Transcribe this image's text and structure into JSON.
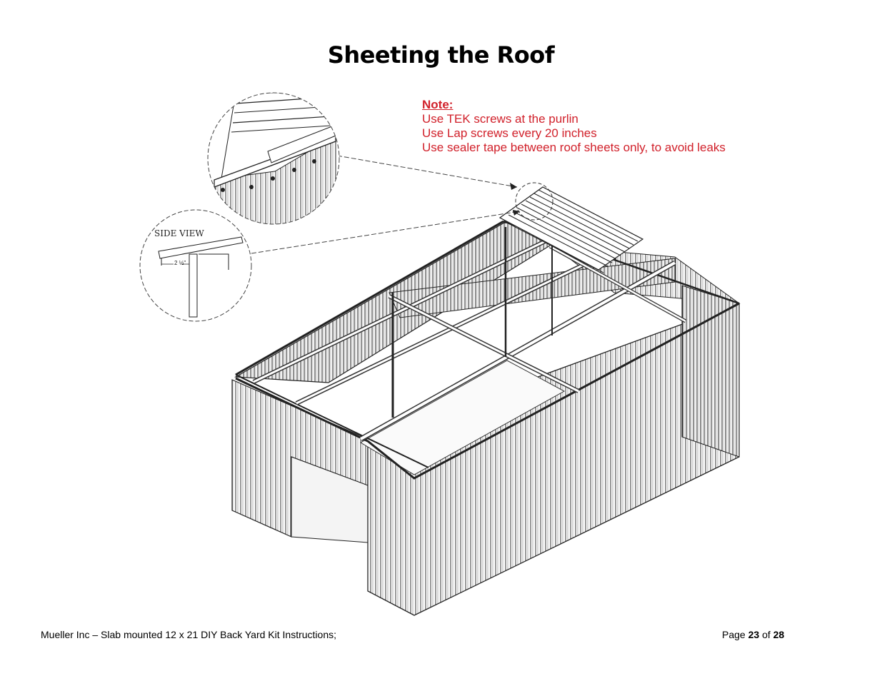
{
  "page": {
    "title": "Sheeting the Roof"
  },
  "note": {
    "heading": "Note:",
    "lines": [
      "Use TEK screws at the purlin",
      "Use Lap screws every 20 inches",
      "Use sealer tape between roof sheets only, to avoid leaks"
    ]
  },
  "diagram": {
    "side_view_label": "SIDE VIEW",
    "dimension_label": "2 ½\""
  },
  "footer": {
    "doc_title": "Mueller Inc – Slab mounted 12 x 21 DIY Back Yard Kit Instructions;",
    "page_word": "Page",
    "page_current": "23",
    "page_of": "of",
    "page_total": "28"
  },
  "colors": {
    "note_red": "#d1202a"
  }
}
